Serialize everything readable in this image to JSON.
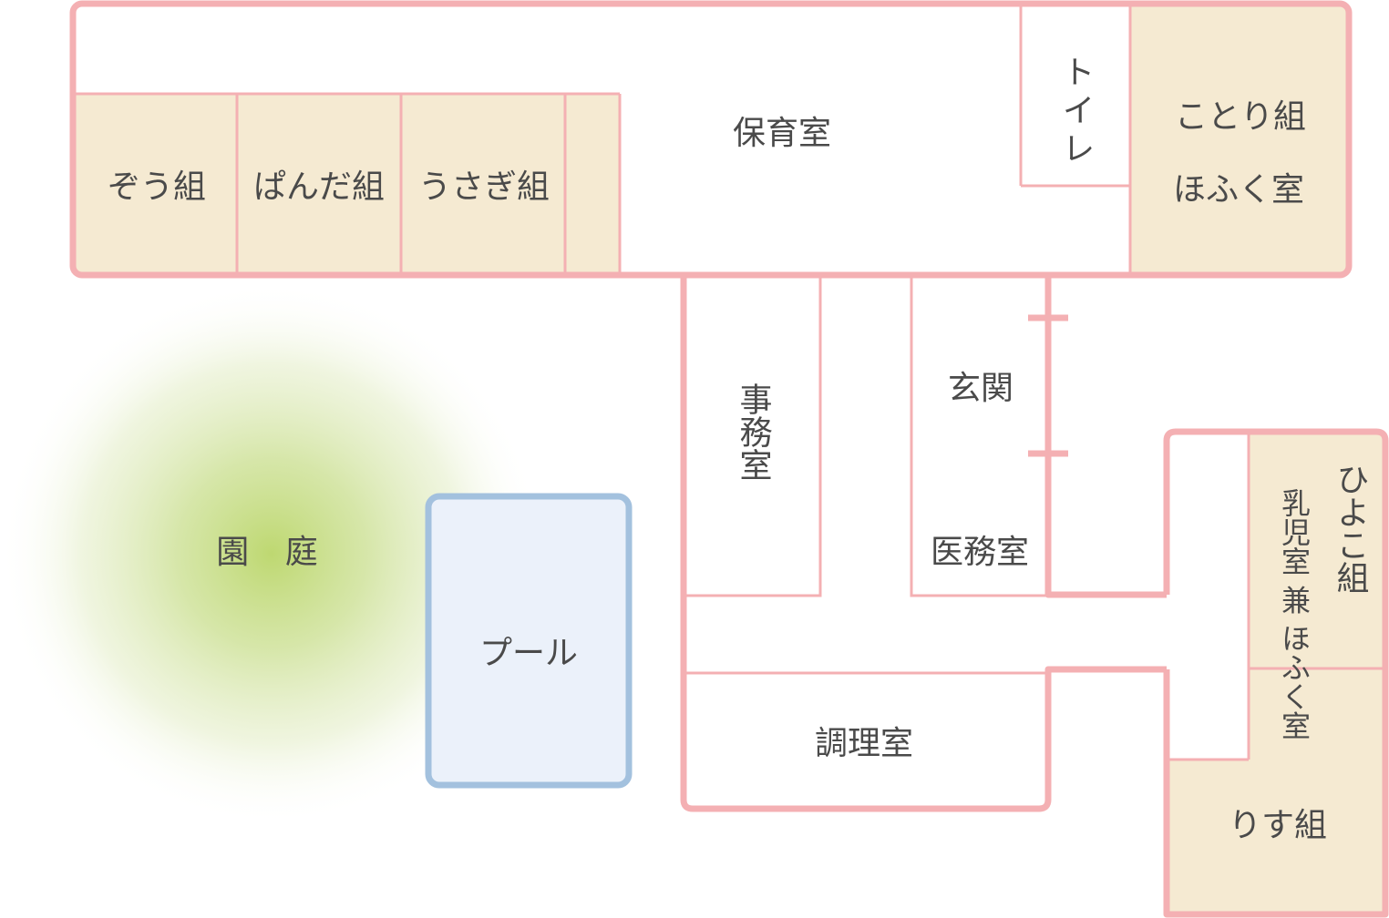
{
  "colors": {
    "wall": "#f4b0b3",
    "room_fill": "#f5ead2",
    "pool_fill": "#ebf1fa",
    "pool_border": "#a3c1de",
    "garden_center": "#bed871",
    "text": "#4a4a4a"
  },
  "rooms": {
    "nursery_room": "保育室",
    "zou": "ぞう組",
    "panda": "ぱんだ組",
    "usagi": "うさぎ組",
    "toilet": "トイレ",
    "kotori": "ことり組",
    "kotori_sub": "ほふく室",
    "office": "事務室",
    "entrance": "玄関",
    "medical": "医務室",
    "hiyoko": "ひよこ組",
    "hiyoko_sub": "乳児室 兼 ほふく室",
    "kitchen": "調理室",
    "risu": "りす組",
    "garden": "園 庭",
    "pool": "プール"
  }
}
